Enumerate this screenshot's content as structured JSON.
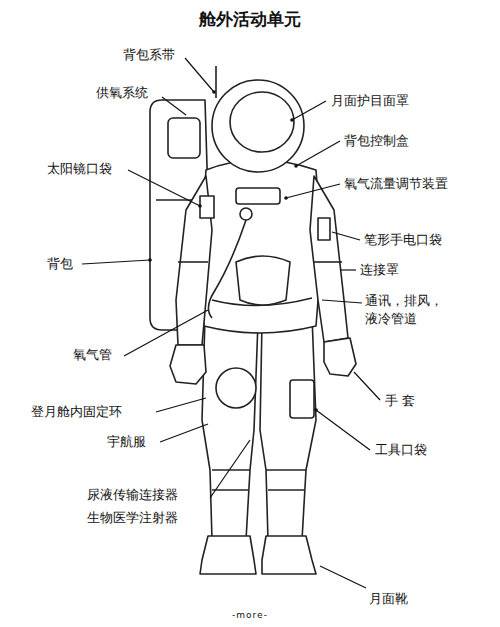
{
  "diagram": {
    "title": "舱外活动单元",
    "labels": [
      "背包系带",
      "月面护目面罩",
      "供氧系统",
      "背包控制盒",
      "太阳镜口袋",
      "氧气流量调节装置",
      "笔形手电口袋",
      "背包",
      "连接罩",
      "通讯，排风， 液冷管道",
      "氧气管",
      "手 套",
      "登月舱内固定环",
      "宇航服",
      "工具口袋",
      "尿液传输连接器",
      "生物医学注射器",
      "月面靴",
      "-more-"
    ]
  }
}
